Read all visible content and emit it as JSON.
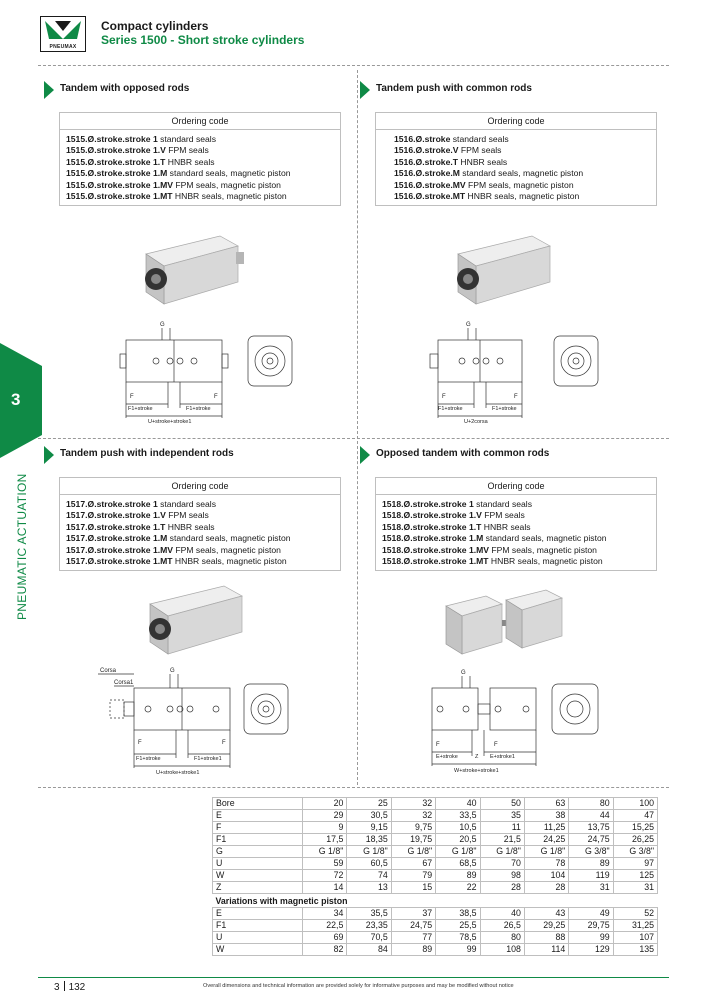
{
  "header": {
    "logo_text": "PNEUMAX",
    "title": "Compact cylinders",
    "subtitle": "Series 1500 - Short stroke cylinders"
  },
  "side": {
    "tab_number": "3",
    "label": "PNEUMATIC ACTUATION"
  },
  "sections": [
    {
      "title": "Tandem with opposed rods",
      "ordering_header": "Ordering code",
      "codes": [
        {
          "code": "1515.Ø.stroke.stroke 1",
          "desc": " standard seals"
        },
        {
          "code": "1515.Ø.stroke.stroke 1.V",
          "desc": " FPM seals"
        },
        {
          "code": "1515.Ø.stroke.stroke 1.T",
          "desc": " HNBR seals"
        },
        {
          "code": "1515.Ø.stroke.stroke 1.M",
          "desc": " standard seals, magnetic piston"
        },
        {
          "code": "1515.Ø.stroke.stroke 1.MV",
          "desc": " FPM seals, magnetic piston"
        },
        {
          "code": "1515.Ø.stroke.stroke 1.MT",
          "desc": " HNBR seals, magnetic piston"
        }
      ],
      "dims": {
        "g": "G",
        "f_left": "F",
        "f_right": "F",
        "left": "F1+stroke",
        "right": "F1+stroke",
        "total": "U+stroke+stroke1"
      }
    },
    {
      "title": "Tandem push with common rods",
      "ordering_header": "Ordering code",
      "codes": [
        {
          "code": "1516.Ø.stroke",
          "desc": " standard seals"
        },
        {
          "code": "1516.Ø.stroke.V",
          "desc": " FPM seals"
        },
        {
          "code": "1516.Ø.stroke.T",
          "desc": " HNBR seals"
        },
        {
          "code": "1516.Ø.stroke.M",
          "desc": " standard seals, magnetic piston"
        },
        {
          "code": "1516.Ø.stroke.MV",
          "desc": " FPM seals, magnetic piston"
        },
        {
          "code": "1516.Ø.stroke.MT",
          "desc": " HNBR seals, magnetic piston"
        }
      ],
      "dims": {
        "g": "G",
        "f_left": "F",
        "f_right": "F",
        "left": "F1+stroke",
        "right": "F1+stroke",
        "total": "U+2corsa"
      }
    },
    {
      "title": "Tandem push with independent rods",
      "ordering_header": "Ordering code",
      "codes": [
        {
          "code": "1517.Ø.stroke.stroke 1",
          "desc": " standard seals"
        },
        {
          "code": "1517.Ø.stroke.stroke 1.V",
          "desc": " FPM seals"
        },
        {
          "code": "1517.Ø.stroke.stroke 1.T",
          "desc": " HNBR seals"
        },
        {
          "code": "1517.Ø.stroke.stroke 1.M",
          "desc": " standard seals, magnetic piston"
        },
        {
          "code": "1517.Ø.stroke.stroke 1.MV",
          "desc": " FPM seals, magnetic piston"
        },
        {
          "code": "1517.Ø.stroke.stroke 1.MT",
          "desc": " HNBR seals, magnetic piston"
        }
      ],
      "dims": {
        "g": "G",
        "f_left": "F",
        "f_right": "F",
        "left": "F1+stroke",
        "right": "F1+stroke1",
        "total": "U+stroke+stroke1",
        "corsa": "Corsa",
        "corsa1": "Corsa1"
      }
    },
    {
      "title": "Opposed tandem with common rods",
      "ordering_header": "Ordering code",
      "codes": [
        {
          "code": "1518.Ø.stroke.stroke 1",
          "desc": " standard seals"
        },
        {
          "code": "1518.Ø.stroke.stroke 1.V",
          "desc": " FPM seals"
        },
        {
          "code": "1518.Ø.stroke.stroke 1.T",
          "desc": " HNBR seals"
        },
        {
          "code": "1518.Ø.stroke.stroke 1.M",
          "desc": " standard seals, magnetic piston"
        },
        {
          "code": "1518.Ø.stroke.stroke 1.MV",
          "desc": " FPM seals, magnetic piston"
        },
        {
          "code": "1518.Ø.stroke.stroke 1.MT",
          "desc": " HNBR seals, magnetic piston"
        }
      ],
      "dims": {
        "g": "G",
        "f_left": "F",
        "f_right": "F",
        "left": "E+stroke",
        "z": "Z",
        "right": "E+stroke1",
        "total": "W+stroke+stroke1"
      }
    }
  ],
  "table": {
    "header": [
      "Bore",
      "20",
      "25",
      "32",
      "40",
      "50",
      "63",
      "80",
      "100"
    ],
    "rows": [
      [
        "E",
        "29",
        "30,5",
        "32",
        "33,5",
        "35",
        "38",
        "44",
        "47"
      ],
      [
        "F",
        "9",
        "9,15",
        "9,75",
        "10,5",
        "11",
        "11,25",
        "13,75",
        "15,25"
      ],
      [
        "F1",
        "17,5",
        "18,35",
        "19,75",
        "20,5",
        "21,5",
        "24,25",
        "24,75",
        "26,25"
      ],
      [
        "G",
        "G 1/8\"",
        "G 1/8\"",
        "G 1/8\"",
        "G 1/8\"",
        "G 1/8\"",
        "G 1/8\"",
        "G 3/8\"",
        "G 3/8\""
      ],
      [
        "U",
        "59",
        "60,5",
        "67",
        "68,5",
        "70",
        "78",
        "89",
        "97"
      ],
      [
        "W",
        "72",
        "74",
        "79",
        "89",
        "98",
        "104",
        "119",
        "125"
      ],
      [
        "Z",
        "14",
        "13",
        "15",
        "22",
        "28",
        "28",
        "31",
        "31"
      ]
    ],
    "magnetic_title": "Variations with magnetic piston",
    "magnetic_rows": [
      [
        "E",
        "34",
        "35,5",
        "37",
        "38,5",
        "40",
        "43",
        "49",
        "52"
      ],
      [
        "F1",
        "22,5",
        "23,35",
        "24,75",
        "25,5",
        "26,5",
        "29,25",
        "29,75",
        "31,25"
      ],
      [
        "U",
        "69",
        "70,5",
        "77",
        "78,5",
        "80",
        "88",
        "99",
        "107"
      ],
      [
        "W",
        "82",
        "84",
        "89",
        "99",
        "108",
        "114",
        "129",
        "135"
      ]
    ]
  },
  "footer": {
    "chapter": "3",
    "page": "132",
    "disclaimer": "Overall dimensions and technical information are provided solely for informative purposes and may be modified without notice"
  }
}
